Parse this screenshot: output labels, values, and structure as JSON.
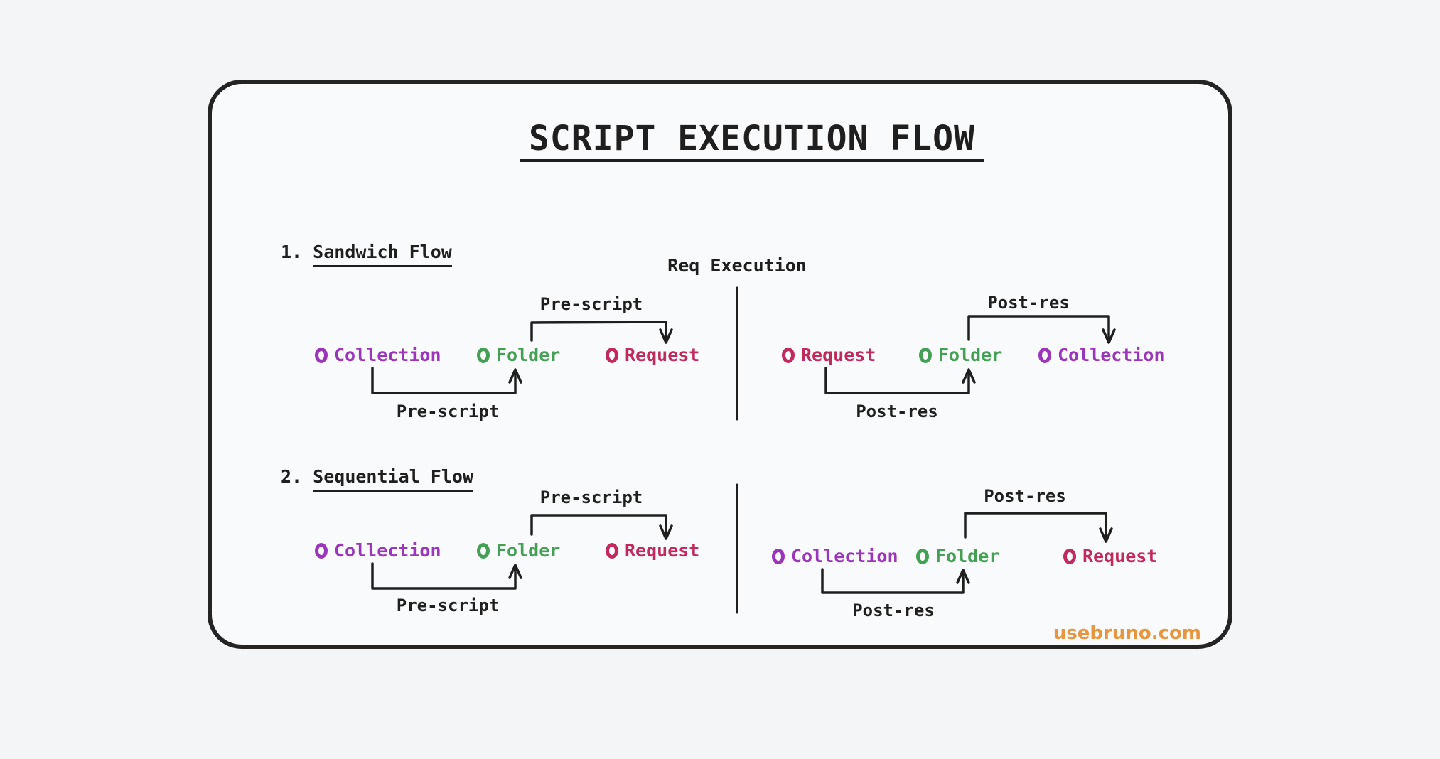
{
  "title": "SCRIPT EXECUTION FLOW",
  "req_execution_label": "Req Execution",
  "watermark": "usebruno.com",
  "colors": {
    "collection": "#9b36ba",
    "folder": "#43a054",
    "request": "#c02a5c",
    "ink": "#1f1f1f",
    "watermark": "#e8953f",
    "background": "#f4f5f7",
    "card_background": "#f9fafb"
  },
  "flows": [
    {
      "heading_prefix": "1.",
      "heading_title": "Sandwich Flow",
      "pre": {
        "top_label": "Pre-script",
        "bottom_label": "Pre-script",
        "nodes": [
          {
            "label": "Collection"
          },
          {
            "label": "Folder"
          },
          {
            "label": "Request"
          }
        ]
      },
      "post": {
        "top_label": "Post-res",
        "bottom_label": "Post-res",
        "nodes": [
          {
            "label": "Request"
          },
          {
            "label": "Folder"
          },
          {
            "label": "Collection"
          }
        ]
      }
    },
    {
      "heading_prefix": "2.",
      "heading_title": "Sequential Flow",
      "pre": {
        "top_label": "Pre-script",
        "bottom_label": "Pre-script",
        "nodes": [
          {
            "label": "Collection"
          },
          {
            "label": "Folder"
          },
          {
            "label": "Request"
          }
        ]
      },
      "post": {
        "top_label": "Post-res",
        "bottom_label": "Post-res",
        "nodes": [
          {
            "label": "Collection"
          },
          {
            "label": "Folder"
          },
          {
            "label": "Request"
          }
        ]
      }
    }
  ]
}
